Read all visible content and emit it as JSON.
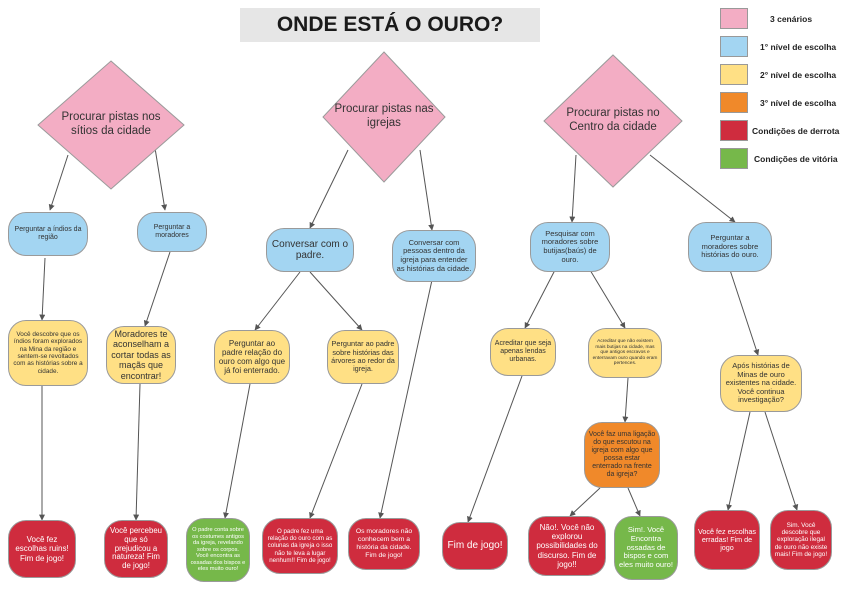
{
  "title": "ONDE ESTÁ O OURO?",
  "colors": {
    "pink": "#f3adc4",
    "blue": "#a3d5f2",
    "yellow": "#ffe085",
    "orange": "#f0892a",
    "red": "#cf2c3e",
    "green": "#76b84a"
  },
  "legend": [
    {
      "label": "3 cenários"
    },
    {
      "label": "1° nível de escolha"
    },
    {
      "label": "2° nível de escolha"
    },
    {
      "label": "3° nível de escolha"
    },
    {
      "label": "Condições de derrota"
    },
    {
      "label": "Condições de vitória"
    }
  ],
  "scenarios": [
    {
      "label": "Procurar pistas nos sítios da cidade"
    },
    {
      "label": "Procurar pistas nas igrejas"
    },
    {
      "label": "Procurar pistas no Centro da cidade"
    }
  ],
  "nodes": {
    "n1a": "Perguntar a índios da região",
    "n1b": "Perguntar a moradores",
    "n2a": "Conversar com o padre.",
    "n2b": "Conversar com pessoas dentro da igreja para entender as histórias da cidade.",
    "n3a": "Pesquisar com moradores sobre butijas(baús) de ouro.",
    "n3b": "Perguntar a moradores sobre histórias do ouro.",
    "y1a": "Você descobre que os índios foram explorados na Mina da região e sentem-se revoltados com as histórias sobre a cidade.",
    "y1b": "Moradores te aconselham a cortar todas as maçãs que encontrar!",
    "y2a": "Perguntar ao padre relação do ouro com algo que já foi enterrado.",
    "y2b": "Perguntar ao padre sobre histórias das árvores ao redor da igreja.",
    "y3a": "Acreditar que seja apenas lendas urbanas.",
    "y3b": "Acreditar que não existem mais butijas na cidade, mas que antigos escravos e enterravam ouro quando eram pertences.",
    "y3c": "Após histórias de Minas de ouro existentes na cidade. Você continua investigação?",
    "o1": "Você faz uma ligação do que escutou na igreja com algo que possa estar enterrado na frente da igreja?",
    "r1": "Você fez escolhas ruins! Fim de jogo!",
    "r2": "Você percebeu que só prejudicou a natureza! Fim de jogo!",
    "g1": "O padre conta sobre os costumes antigos da igreja, revelando sobre os corpos. Você encontra as ossadas dos bispos e eles muito ouro!",
    "r3": "O padre fez uma relação do ouro com as colunas da igreja o isso não te leva a lugar nenhum!! Fim de jogo!",
    "r4": "Os moradores não conhecem bem a história da cidade. Fim de jogo!",
    "r5": "Fim de jogo!",
    "r6": "Não!. Você não explorou possibilidades do discurso. Fim de jogo!!",
    "g2": "Sim!. Você Encontra ossadas de bispos e com eles muito ouro!",
    "r7": "Você fez escolhas erradas! Fim de jogo",
    "r8": "Sim. Você descobre que exploração ilegal de ouro não existe mais! Fim de jogo!"
  }
}
